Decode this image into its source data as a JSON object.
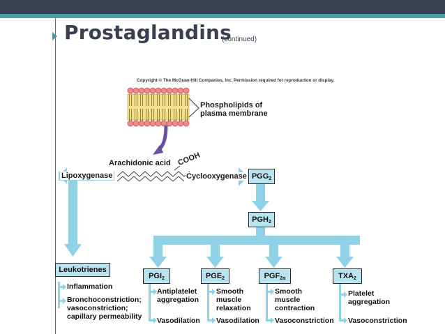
{
  "slide": {
    "title": "Prostaglandins",
    "subtitle": "(continued)",
    "colors": {
      "arrow": "#8fd1e6",
      "box": "#b8e3ef",
      "accent": "#4a9ea0",
      "dark": "#3d4252"
    }
  },
  "diagram": {
    "copyright": "Copyright © The McGraw-Hill Companies, Inc. Permission required for reproduction or display.",
    "membrane_label_line1": "Phospholipids of",
    "membrane_label_line2": "plasma membrane",
    "arachidonic_acid": "Arachidonic acid",
    "cooh": "COOH",
    "lipoxygenase": "Lipoxygenase",
    "cyclooxygenase": "Cyclooxygenase",
    "pgg2": {
      "base": "PGG",
      "sub": "2"
    },
    "pgh2": {
      "base": "PGH",
      "sub": "2"
    },
    "leukotrienes": "Leukotrienes",
    "pgi2": {
      "base": "PGI",
      "sub": "2"
    },
    "pge2": {
      "base": "PGE",
      "sub": "2"
    },
    "pgf2a": {
      "base": "PGF",
      "sub": "2α"
    },
    "txa2": {
      "base": "TXA",
      "sub": "2"
    },
    "leuk_effect1": "Inflammation",
    "leuk_effect2_l1": "Bronchoconstriction;",
    "leuk_effect2_l2": "vasoconstriction;",
    "leuk_effect2_l3": "capillary permeability",
    "pgi2_effect1_l1": "Antiplatelet",
    "pgi2_effect1_l2": "aggregation",
    "pgi2_effect2": "Vasodilation",
    "pge2_effect1_l1": "Smooth",
    "pge2_effect1_l2": "muscle",
    "pge2_effect1_l3": "relaxation",
    "pge2_effect2": "Vasodilation",
    "pgf2a_effect1_l1": "Smooth",
    "pgf2a_effect1_l2": "muscle",
    "pgf2a_effect1_l3": "contraction",
    "pgf2a_effect2": "Vasoconstriction",
    "txa2_effect1_l1": "Platelet",
    "txa2_effect1_l2": "aggregation",
    "txa2_effect2": "Vasoconstriction"
  }
}
